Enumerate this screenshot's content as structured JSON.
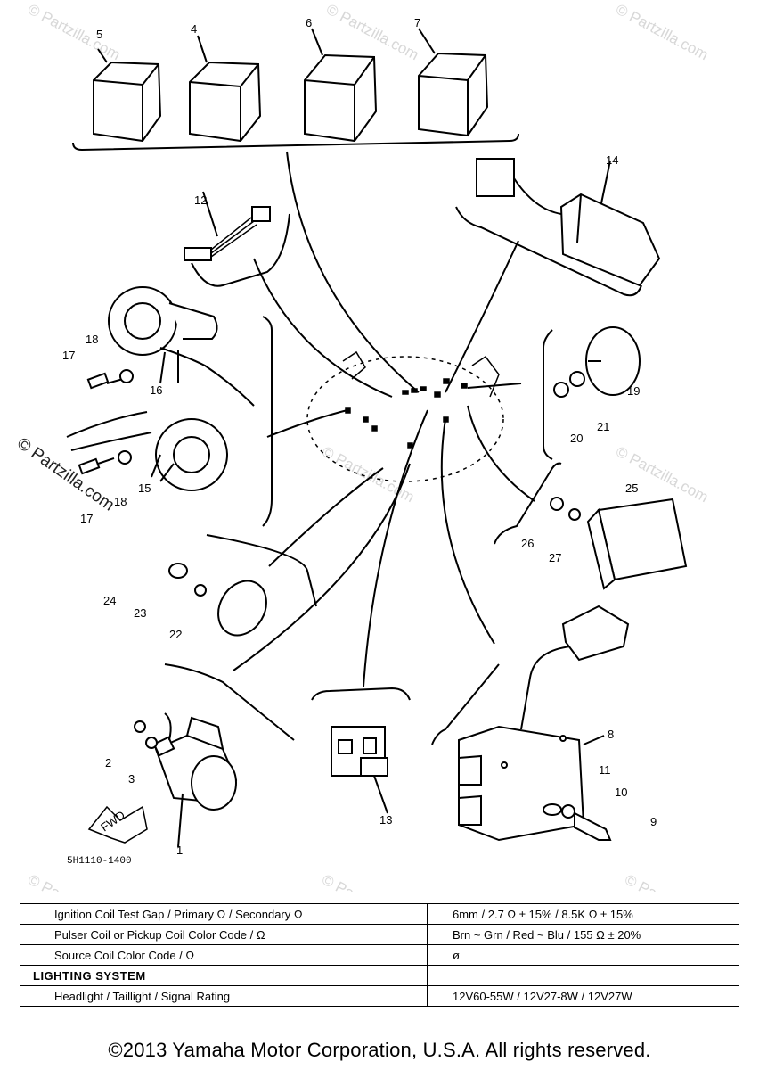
{
  "watermark": {
    "text": "© Partzilla.com",
    "side_text": "© Partzilla.com"
  },
  "diagram": {
    "code": "5H1110-1400",
    "fwd_label": "FWD",
    "callouts": [
      "1",
      "2",
      "3",
      "4",
      "5",
      "6",
      "7",
      "8",
      "9",
      "10",
      "11",
      "12",
      "13",
      "14",
      "15",
      "16",
      "17",
      "18",
      "19",
      "20",
      "21",
      "22",
      "23",
      "24",
      "25",
      "26",
      "27"
    ]
  },
  "spec_table": {
    "rows": [
      {
        "label": "Ignition Coil Test Gap / Primary Ω / Secondary Ω",
        "value": "6mm / 2.7 Ω ± 15% / 8.5K Ω ± 15%"
      },
      {
        "label": "Pulser Coil or Pickup Coil Color Code / Ω",
        "value": "Brn ~ Grn / Red ~ Blu / 155 Ω ± 20%"
      },
      {
        "label": "Source Coil Color Code / Ω",
        "value": "ø"
      },
      {
        "label": "LIGHTING SYSTEM",
        "value": ""
      },
      {
        "label": "Headlight / Taillight / Signal Rating",
        "value": "12V60-55W / 12V27-8W / 12V27W"
      }
    ]
  },
  "copyright": "©2013 Yamaha Motor Corporation, U.S.A. All rights reserved."
}
